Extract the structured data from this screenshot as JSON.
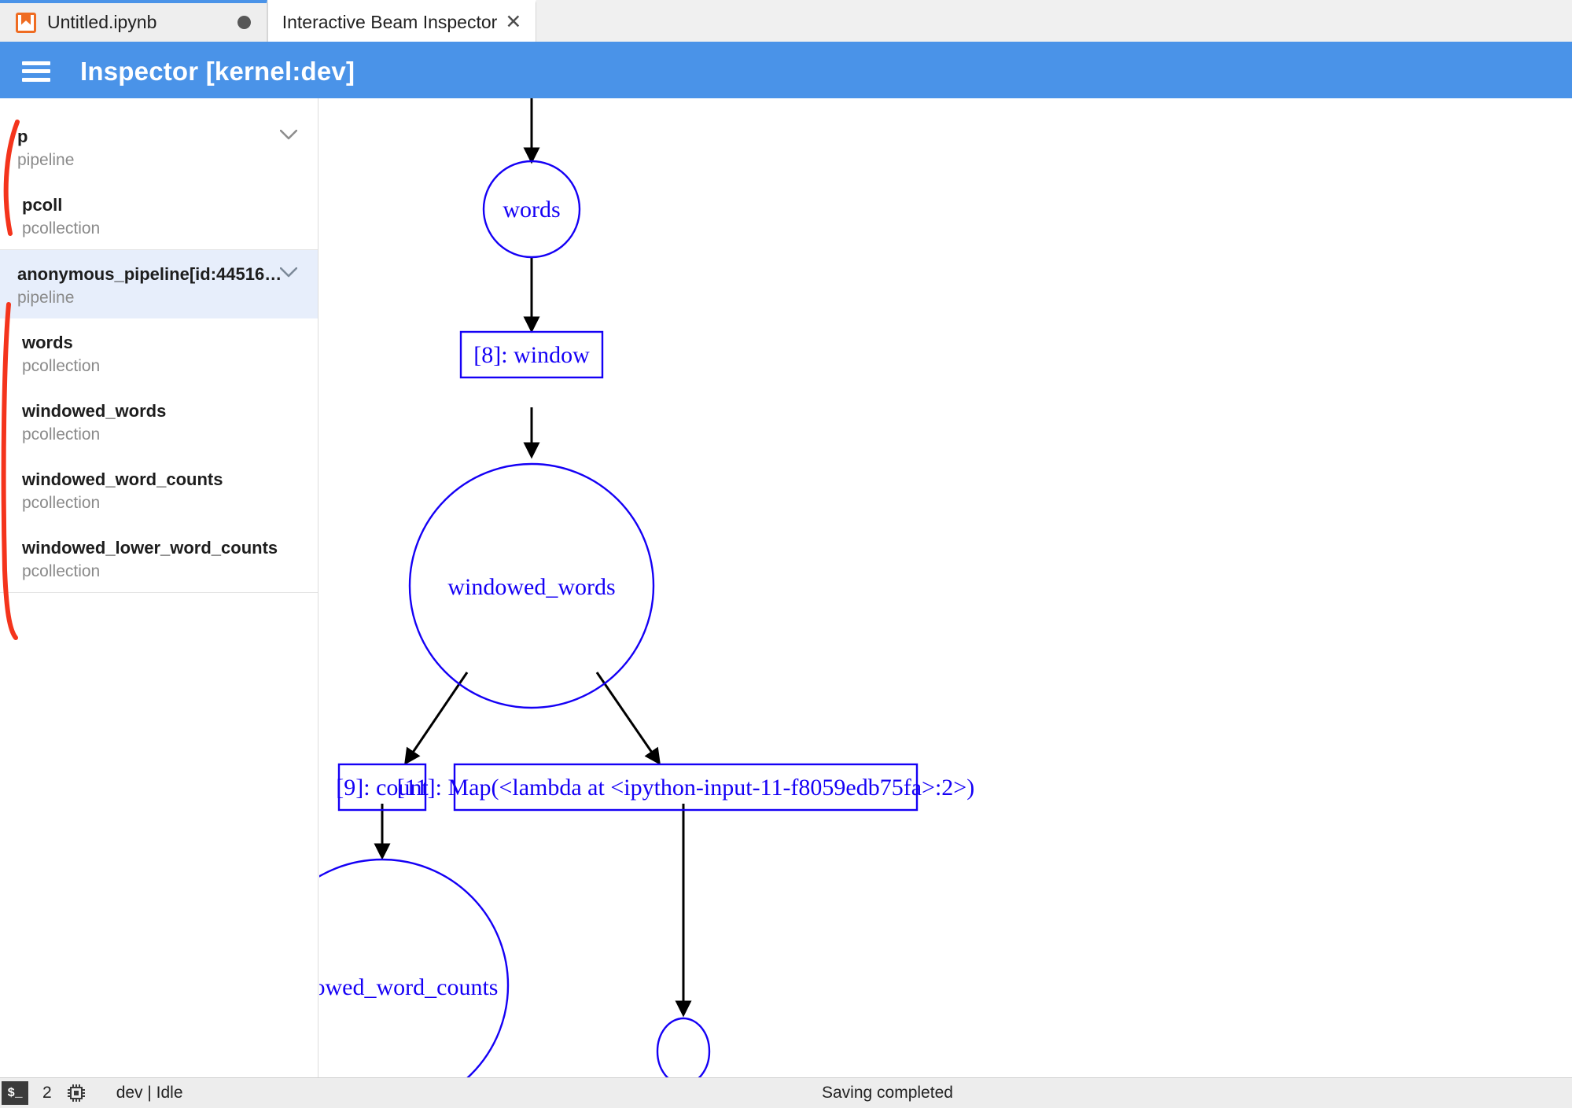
{
  "tabs": [
    {
      "label": "Untitled.ipynb",
      "icon": "notebook-icon",
      "state_icon": "unsaved-dot",
      "active": false
    },
    {
      "label": "Interactive Beam Inspector",
      "close_icon": "close-icon",
      "active": true
    }
  ],
  "header": {
    "menu_icon": "hamburger-icon",
    "title": "Inspector [kernel:dev]",
    "bg_color": "#4a93e8"
  },
  "sidebar": {
    "groups": [
      {
        "items": [
          {
            "title": "p",
            "subtitle": "pipeline",
            "chevron": "chevron-down-icon",
            "selected": false,
            "indent": false
          },
          {
            "title": "pcoll",
            "subtitle": "pcollection",
            "chevron": null,
            "selected": false,
            "indent": true
          }
        ]
      },
      {
        "items": [
          {
            "title": "anonymous_pipeline[id:44516…",
            "subtitle": "pipeline",
            "chevron": "chevron-down-icon",
            "selected": true,
            "indent": false
          },
          {
            "title": "words",
            "subtitle": "pcollection",
            "chevron": null,
            "selected": false,
            "indent": true
          },
          {
            "title": "windowed_words",
            "subtitle": "pcollection",
            "chevron": null,
            "selected": false,
            "indent": true
          },
          {
            "title": "windowed_word_counts",
            "subtitle": "pcollection",
            "chevron": null,
            "selected": false,
            "indent": true
          },
          {
            "title": "windowed_lower_word_counts",
            "subtitle": "pcollection",
            "chevron": null,
            "selected": false,
            "indent": true
          }
        ]
      }
    ],
    "annotation_color": "#f4341c"
  },
  "graph": {
    "node_color": "#1500f5",
    "edge_color": "#000000",
    "nodes": [
      {
        "id": "words",
        "label": "words",
        "shape": "ellipse"
      },
      {
        "id": "window",
        "label": "[8]: window",
        "shape": "box"
      },
      {
        "id": "windowed_words",
        "label": "windowed_words",
        "shape": "ellipse"
      },
      {
        "id": "count",
        "label": "[9]: count",
        "shape": "box"
      },
      {
        "id": "map",
        "label": "[11]: Map(<lambda at <ipython-input-11-f8059edb75fa>:2>)",
        "shape": "box"
      },
      {
        "id": "windowed_word_counts",
        "label": "windowed_word_counts",
        "shape": "ellipse"
      },
      {
        "id": "lower",
        "label": "",
        "shape": "ellipse"
      }
    ],
    "edges": [
      {
        "from": "root",
        "to": "words"
      },
      {
        "from": "words",
        "to": "window"
      },
      {
        "from": "window",
        "to": "windowed_words"
      },
      {
        "from": "windowed_words",
        "to": "count"
      },
      {
        "from": "windowed_words",
        "to": "map"
      },
      {
        "from": "count",
        "to": "windowed_word_counts"
      },
      {
        "from": "map",
        "to": "lower"
      }
    ]
  },
  "statusbar": {
    "terminal_icon": "terminal-icon",
    "terminal_label": "$_",
    "count": "2",
    "cpu_icon": "chip-icon",
    "kernel_status": "dev | Idle",
    "save_status": "Saving completed"
  }
}
